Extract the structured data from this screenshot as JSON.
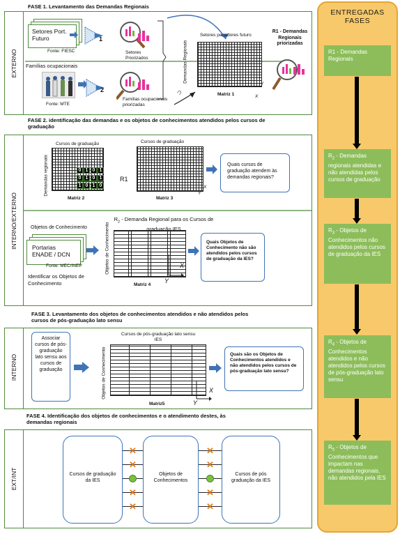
{
  "sidebar": {
    "title": "ENTREGADAS FASES",
    "items": [
      {
        "prefix": "R1",
        "sub": "",
        "label": "R1 - Demandas Regionais"
      },
      {
        "prefix": "R",
        "sub": "2",
        "label": " - Demandas regionais atendidas e não atendidas pelos cursos de graduação"
      },
      {
        "prefix": "R",
        "sub": "3",
        "label": " - Objetos de Conhecimentos não atendidos pelos cursos de graduação da IES"
      },
      {
        "prefix": "R",
        "sub": "4",
        "label": " - Objetos de Conhecimentos atendidos e não atendidos pelos cursos de pós-graduação lato sensu"
      },
      {
        "prefix": "R",
        "sub": "5",
        "label": " - Objetos de Conhecimentos que impactam nas demandas regionais, não atendidos pela IES"
      }
    ]
  },
  "phase1": {
    "title": "FASE 1. Levantamento das Demandas Regionais",
    "side_label": "EXTERNO",
    "setores": "Setores Port. Futuro",
    "fonte_fiesc": "Fonte: FIESC",
    "familias": "Famílias ocupacionais",
    "fonte_mte": "Fonte: MTE",
    "num1": "1",
    "num2": "2",
    "setores_prior": "Setores Priorizados",
    "familias_prior": "Famílias ocupacionais priorizadas",
    "setores_futuro": "Setores portadores futuro",
    "demandas_regionais": "Demandas Regionais",
    "matriz": "Matriz 1",
    "r1_label": "R1 - Demandas Regionais priorizadas",
    "x": "X",
    "y": "Y",
    "intersect": "∩"
  },
  "phase2": {
    "title": "FASE 2. identificação das demandas e os objetos de conhecimentos atendidos pelos cursos de graduação",
    "side_label": "INTERNO/EXTERNO",
    "cursos_grad": "Cursos de graduação",
    "demandas_regionais": "Demandas regionais",
    "matriz2": "Matriz 2",
    "r1": "R1",
    "cursos_grad2": "Cursos de graduação",
    "matriz3": "Matriz 3",
    "question1": "Quais cursos de graduação atendem às demandas regionais?",
    "objetos": "Objetos de Conhecimento",
    "portarias": "Portarias ENADE / DCN",
    "fonte_mec": "Fonte: MEC/INEP",
    "identificar": "Identificar os Objetos de Conhecimento",
    "r2_title_prefix": "R",
    "r2_title_sub": "2",
    "r2_title": " - Demanda Regional para os Cursos de graduação IES",
    "objetos_conh": "Objetos de Conhecimento",
    "matriz4": "Matriz 4",
    "question2": "Quais Objetos de Conhecimento não são atendidos pelos cursos de graduação da IES?",
    "x": "X",
    "y": "Y",
    "binary_rows": [
      [
        "0",
        "1",
        "0",
        "1"
      ],
      [
        "0",
        "1",
        "0",
        "1"
      ],
      [
        "1",
        "0",
        "1",
        "0"
      ]
    ]
  },
  "phase3": {
    "title": "FASE 3. Levantamento dos objetos de conhecimentos atendidos e não atendidos pelos cursos de pós-graduação lato sensu",
    "side_label": "INTERNO",
    "associar": "Associar cursos de pós-graduação lato sensu aos cursos de graduação",
    "cursos_pos": "Cursos de pós-graduação lato sensu IES",
    "objetos_conh": "Objetos de Conhecimento",
    "matriz5": "Matriz5",
    "question": "Quais são os Objetos de Conhecimentos atendidos e não atendidos pelos cursos de pós-graduação lato sensu?",
    "x": "X",
    "y": "Y"
  },
  "phase4": {
    "title": "FASE 4. Identificação dos objetos de conhecimentos e o atendimento destes, às demandas regionais",
    "side_label": "EXT/INT",
    "cursos_grad": "Cursos de graduação da IES",
    "objetos": "Objetos de Conhecimentos",
    "cursos_pos": "Cursos de pós graduação da IES",
    "left_marks": [
      "x",
      "x",
      "o",
      "x",
      "x"
    ],
    "right_marks": [
      "x",
      "x",
      "o",
      "x",
      "x"
    ]
  },
  "colors": {
    "green_border": "#4e8a3c",
    "blue": "#3f73b8",
    "sidebar_bg": "#f7c96a",
    "sidebar_box": "#8cbd5a",
    "orange_x": "#e07b17",
    "green_circle": "#7bbf3c"
  }
}
